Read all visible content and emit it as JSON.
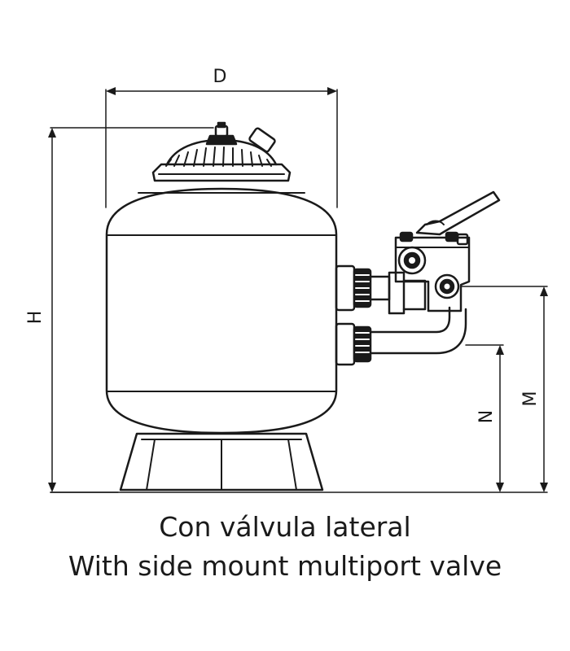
{
  "dimensions": {
    "diameter": "D",
    "height": "H",
    "lower_port": "N",
    "upper_port": "M"
  },
  "caption": {
    "line1": "Con válvula lateral",
    "line2": "With side mount multiport valve"
  },
  "colors": {
    "stroke": "#1a1a1a",
    "background": "#ffffff"
  }
}
